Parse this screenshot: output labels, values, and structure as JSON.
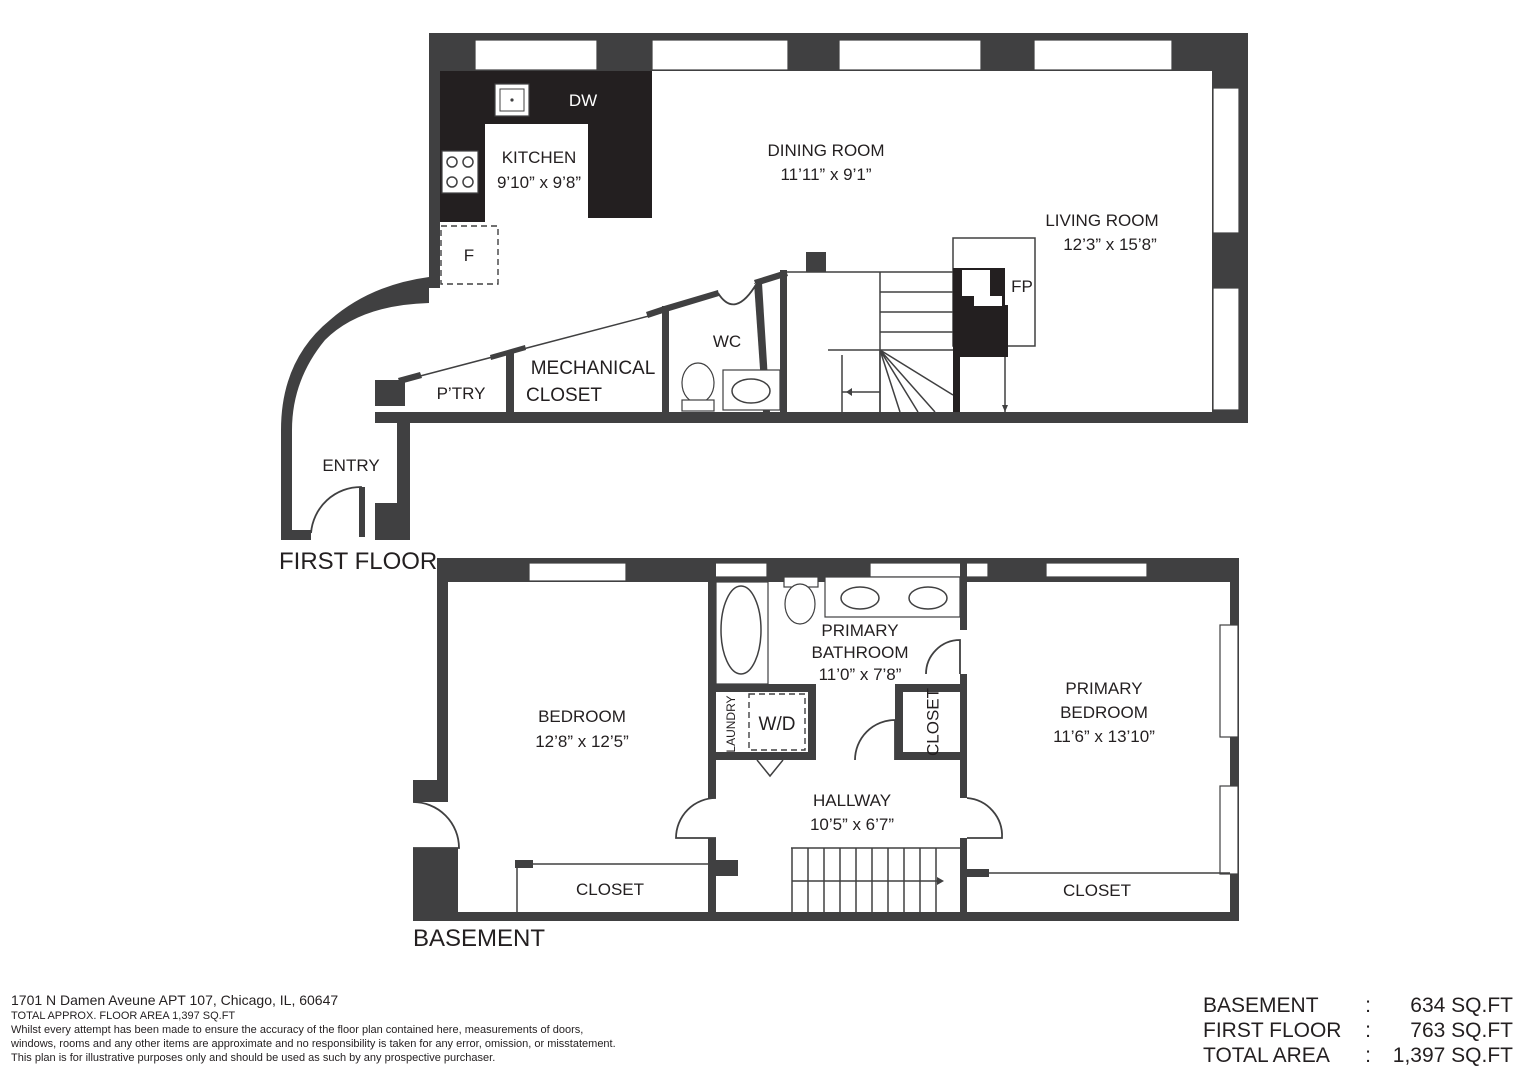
{
  "floors": {
    "first_label": "FIRST FLOOR",
    "basement_label": "BASEMENT"
  },
  "rooms": {
    "kitchen": {
      "name": "KITCHEN",
      "dims": "9’10” x 9’8”"
    },
    "dw": "DW",
    "fridge": "F",
    "dining": {
      "name": "DINING ROOM",
      "dims": "11’11” x 9’1”"
    },
    "living": {
      "name": "LIVING ROOM",
      "dims": "12’3” x 15’8”"
    },
    "fp": "FP",
    "wc": "WC",
    "mechanical": {
      "line1": "MECHANICAL",
      "line2": "CLOSET"
    },
    "pantry": "P’TRY",
    "entry": "ENTRY",
    "primary_bath": {
      "line1": "PRIMARY",
      "line2": "BATHROOM",
      "dims": "11’0” x 7’8”"
    },
    "wd": "W/D",
    "laundry": "LAUNDRY",
    "closet_vertical": "CLOSET",
    "bedroom": {
      "name": "BEDROOM",
      "dims": "12’8” x 12’5”"
    },
    "primary_bedroom": {
      "line1": "PRIMARY",
      "line2": "BEDROOM",
      "dims": "11’6” x 13’10”"
    },
    "hallway": {
      "name": "HALLWAY",
      "dims": "10’5” x 6’7”"
    },
    "closet_left": "CLOSET",
    "closet_right": "CLOSET"
  },
  "footer": {
    "address": "1701 N Damen Aveune APT 107, Chicago, IL, 60647",
    "total": "TOTAL APPROX. FLOOR AREA 1,397 SQ.FT",
    "disclaimer": [
      "Whilst every attempt has been made to ensure the accuracy of the floor plan contained here, measurements of doors,",
      "windows, rooms and any other items are approximate and no responsibility is taken for any error, omission, or misstatement.",
      "This plan is for illustrative purposes only and should be used as such by any prospective purchaser."
    ],
    "areas": [
      {
        "label": "BASEMENT",
        "sep": ":",
        "value": "634 SQ.FT"
      },
      {
        "label": "FIRST FLOOR",
        "sep": ":",
        "value": "763 SQ.FT"
      },
      {
        "label": "TOTAL AREA",
        "sep": ":",
        "value": "1,397 SQ.FT"
      }
    ]
  }
}
